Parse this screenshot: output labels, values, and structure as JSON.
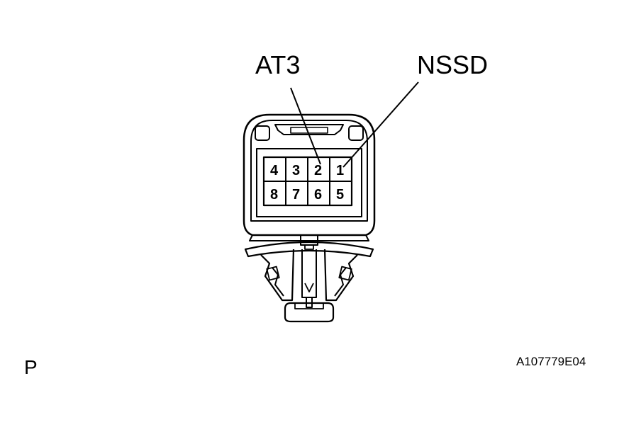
{
  "callouts": {
    "left": "AT3",
    "right": "NSSD"
  },
  "connector": {
    "view_letter": "P",
    "pins_top_row": [
      "4",
      "3",
      "2",
      "1"
    ],
    "pins_bottom_row": [
      "8",
      "7",
      "6",
      "5"
    ]
  },
  "figure_code": "A107779E04"
}
